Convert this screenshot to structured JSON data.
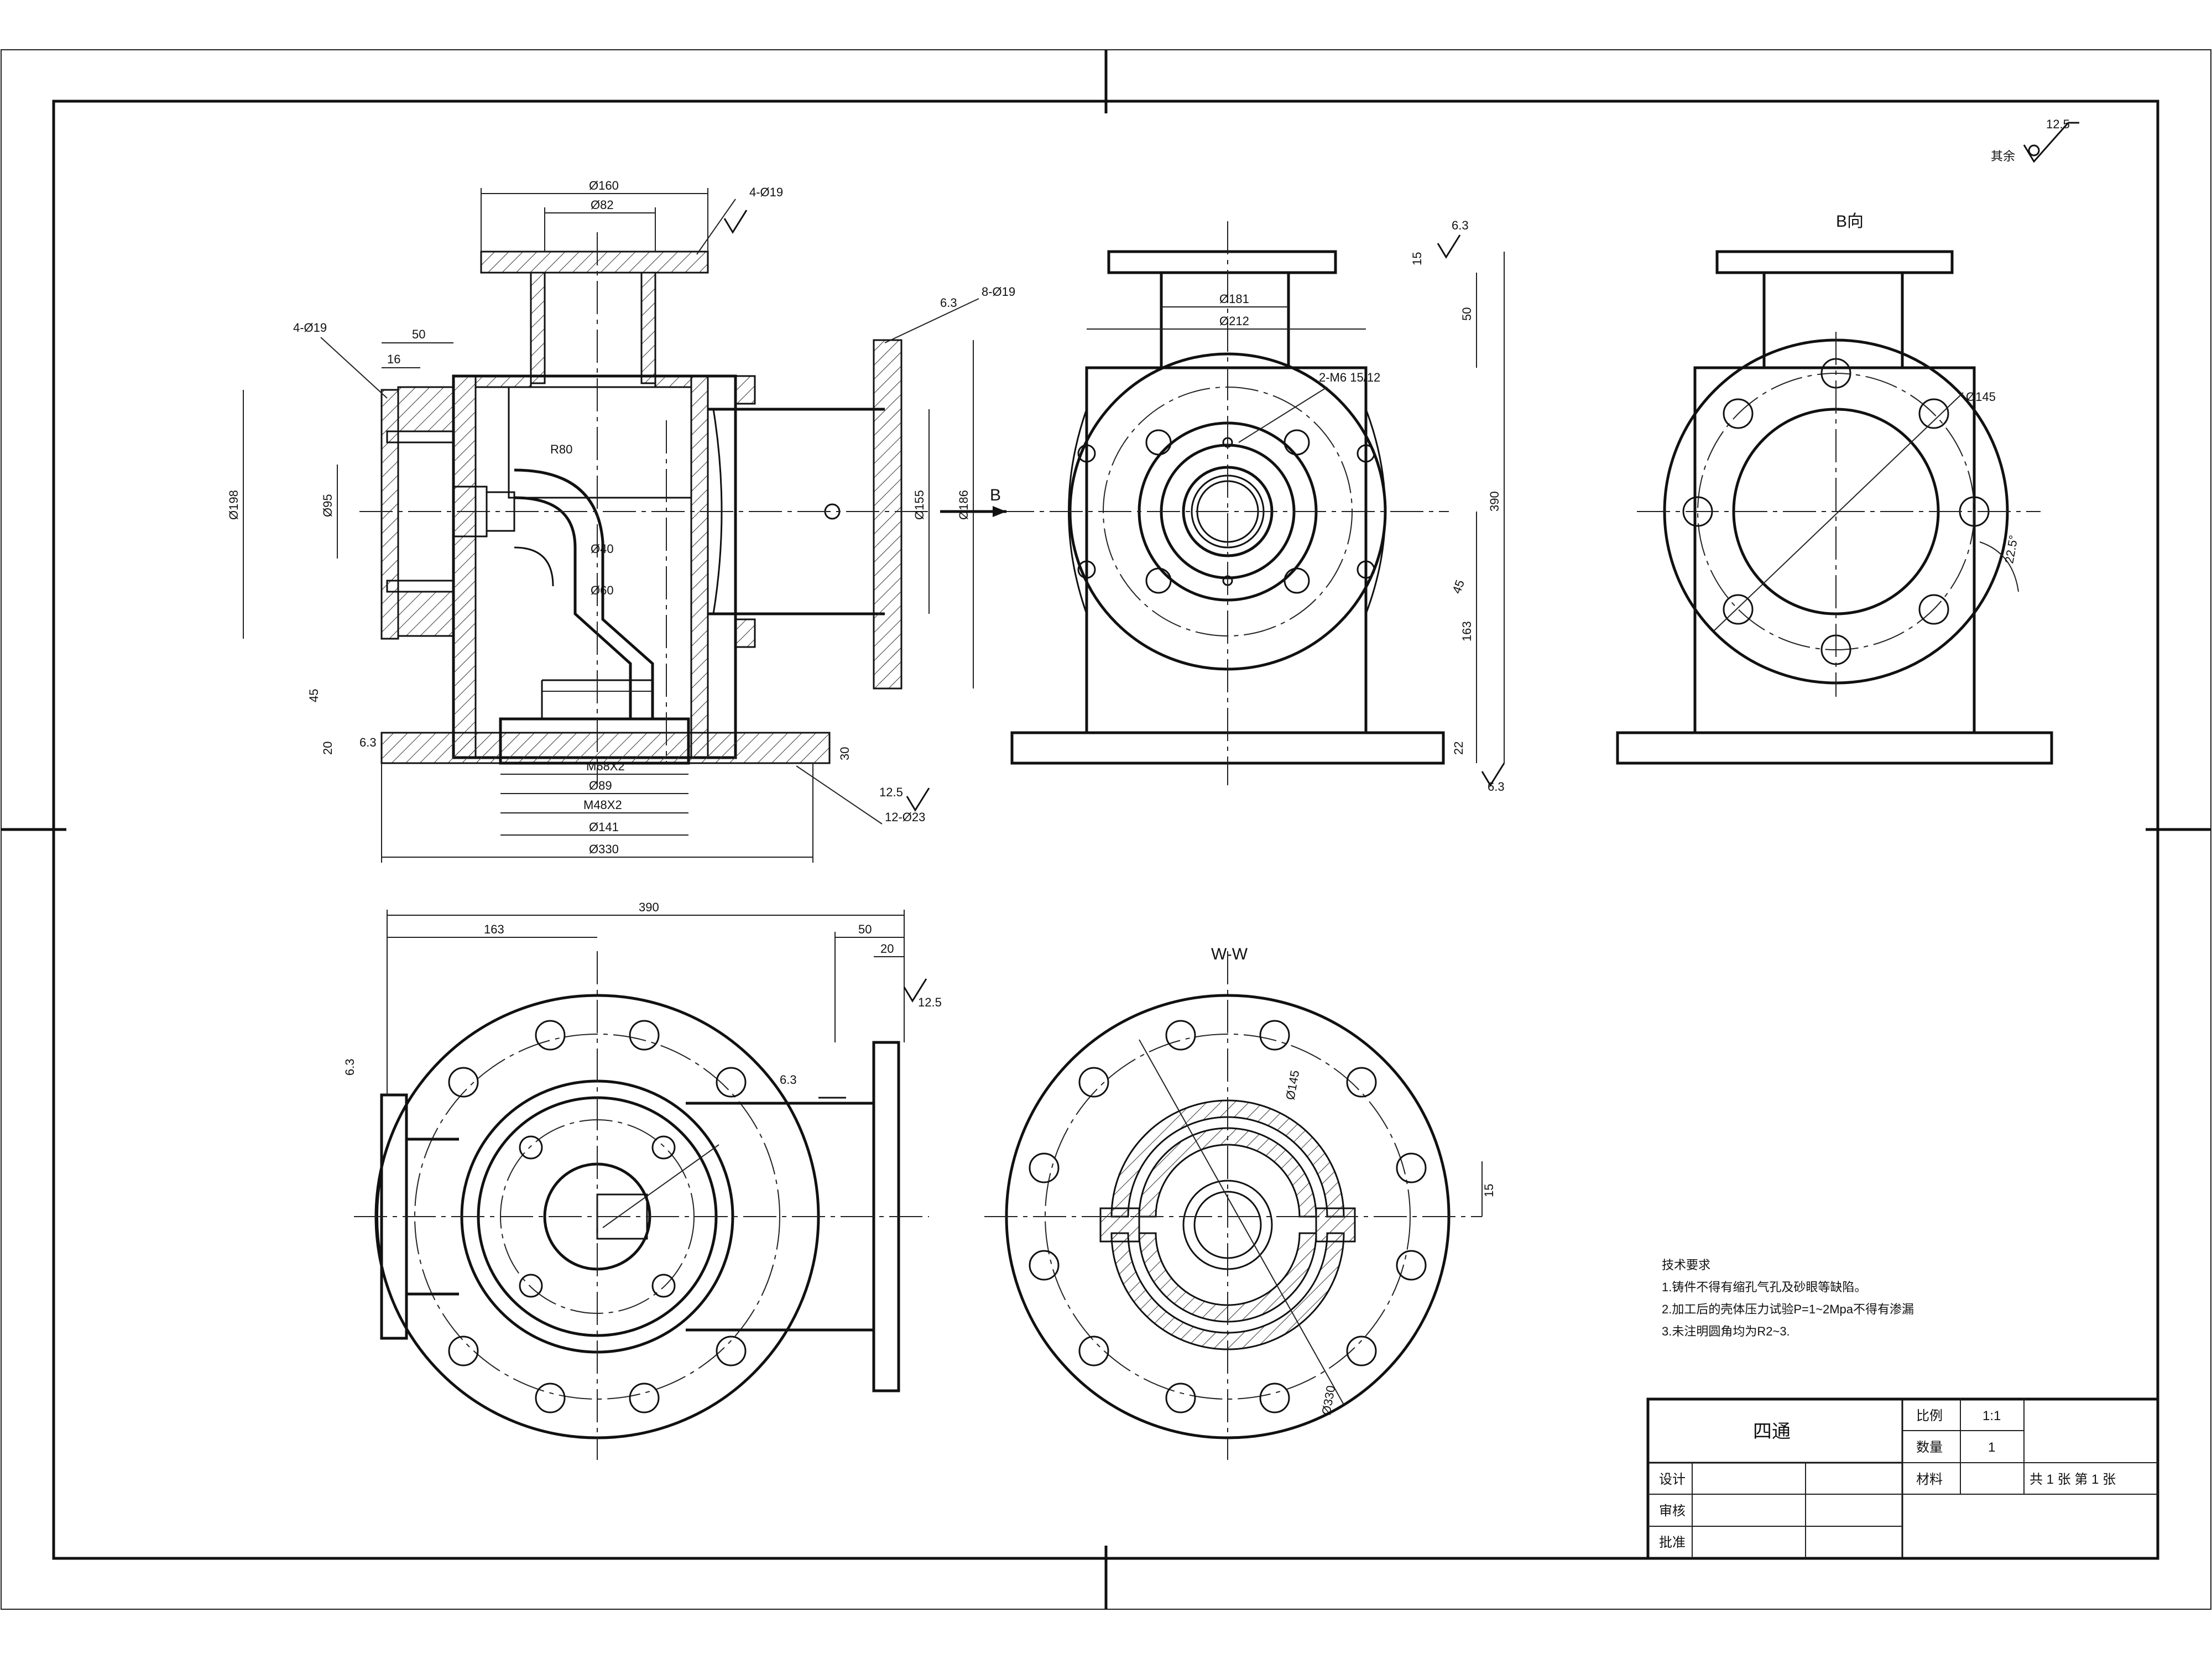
{
  "roughness": {
    "label": "其余",
    "value": "12.5"
  },
  "views": {
    "section_label": "W-W",
    "view_b_label": "B向",
    "arrow_label": "B"
  },
  "dimensions": {
    "d_phi160": "Ø160",
    "d_phi82": "Ø82",
    "d_4phi19_top": "4-Ø19",
    "d_8phi19": "8-Ø19",
    "d_4phi19_left": "4-Ø19",
    "d_12phi23": "12-Ø23",
    "d_phi198": "Ø198",
    "d_phi95": "Ø95",
    "d_phi40": "Ø40",
    "d_phi60": "Ø60",
    "d_m68": "M68X2",
    "d_phi89": "Ø89",
    "d_m48": "M48X2",
    "d_phi141": "Ø141",
    "d_phi330": "Ø330",
    "d_phi181": "Ø181",
    "d_phi212": "Ø212",
    "d_2m6": "2-M6 15/12",
    "d_phi155": "Ø155",
    "d_phi186": "Ø186",
    "d_phi145": "Ø145",
    "d_r80": "R80",
    "d_390": "390",
    "d_163": "163",
    "d_50": "50",
    "d_20": "20",
    "d_30": "30",
    "d_15": "15",
    "d_45": "45",
    "d_22": "22",
    "d_16": "16",
    "d_63": "6.3",
    "d_125": "12.5",
    "d_angle": "22.5°"
  },
  "notes": {
    "title": "技术要求",
    "items": [
      "1.铸件不得有缩孔气孔及砂眼等缺陷。",
      "2.加工后的壳体压力试验P=1~2Mpa不得有渗漏",
      "3.未注明圆角均为R2~3."
    ]
  },
  "title_block": {
    "part_name": "四通",
    "scale_label": "比例",
    "scale_value": "1:1",
    "qty_label": "数量",
    "qty_value": "1",
    "material_label": "材料",
    "sheet_text": "共 1 张    第 1 张",
    "design_label": "设计",
    "check_label": "审核",
    "approve_label": "批准"
  }
}
